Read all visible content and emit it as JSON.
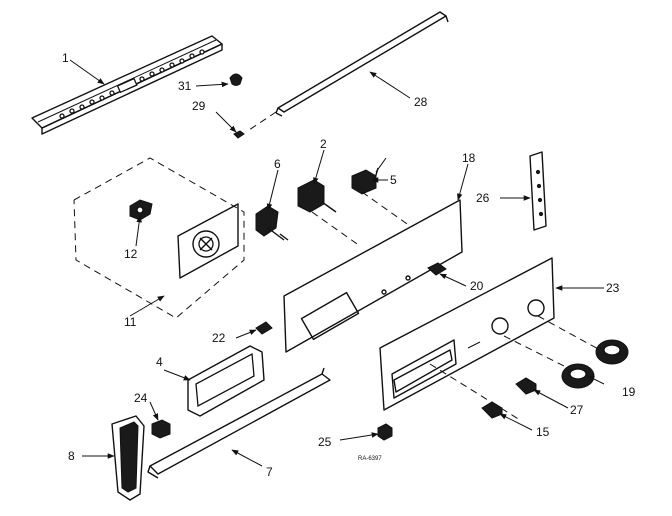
{
  "drawing_code": "RA-6397",
  "callouts": {
    "c1": "1",
    "c2": "2",
    "c4": "4",
    "c5": "5",
    "c6": "6",
    "c7": "7",
    "c8": "8",
    "c11": "11",
    "c12": "12",
    "c15": "15",
    "c18": "18",
    "c19": "19",
    "c20": "20",
    "c22": "22",
    "c23": "23",
    "c24": "24",
    "c25": "25",
    "c26": "26",
    "c27": "27",
    "c28": "28",
    "c29": "29",
    "c31": "31"
  }
}
